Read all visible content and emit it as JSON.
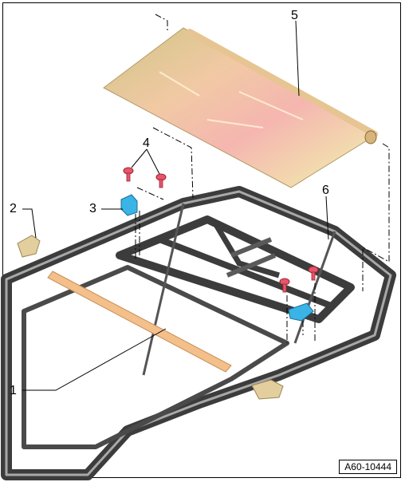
{
  "figure": {
    "reference": "A60-10444",
    "callouts": [
      "1",
      "2",
      "3",
      "4",
      "5",
      "6"
    ]
  },
  "colors": {
    "frame": "#3c3c3c",
    "frame_light": "#a8a8a8",
    "blind": "#e9d59a",
    "blind_highlight": "#f5b6b0",
    "strip": "#f3bf8a",
    "clip": "#e3cf9e",
    "bracket": "#3ab4e6",
    "screw": "#e8556a"
  }
}
